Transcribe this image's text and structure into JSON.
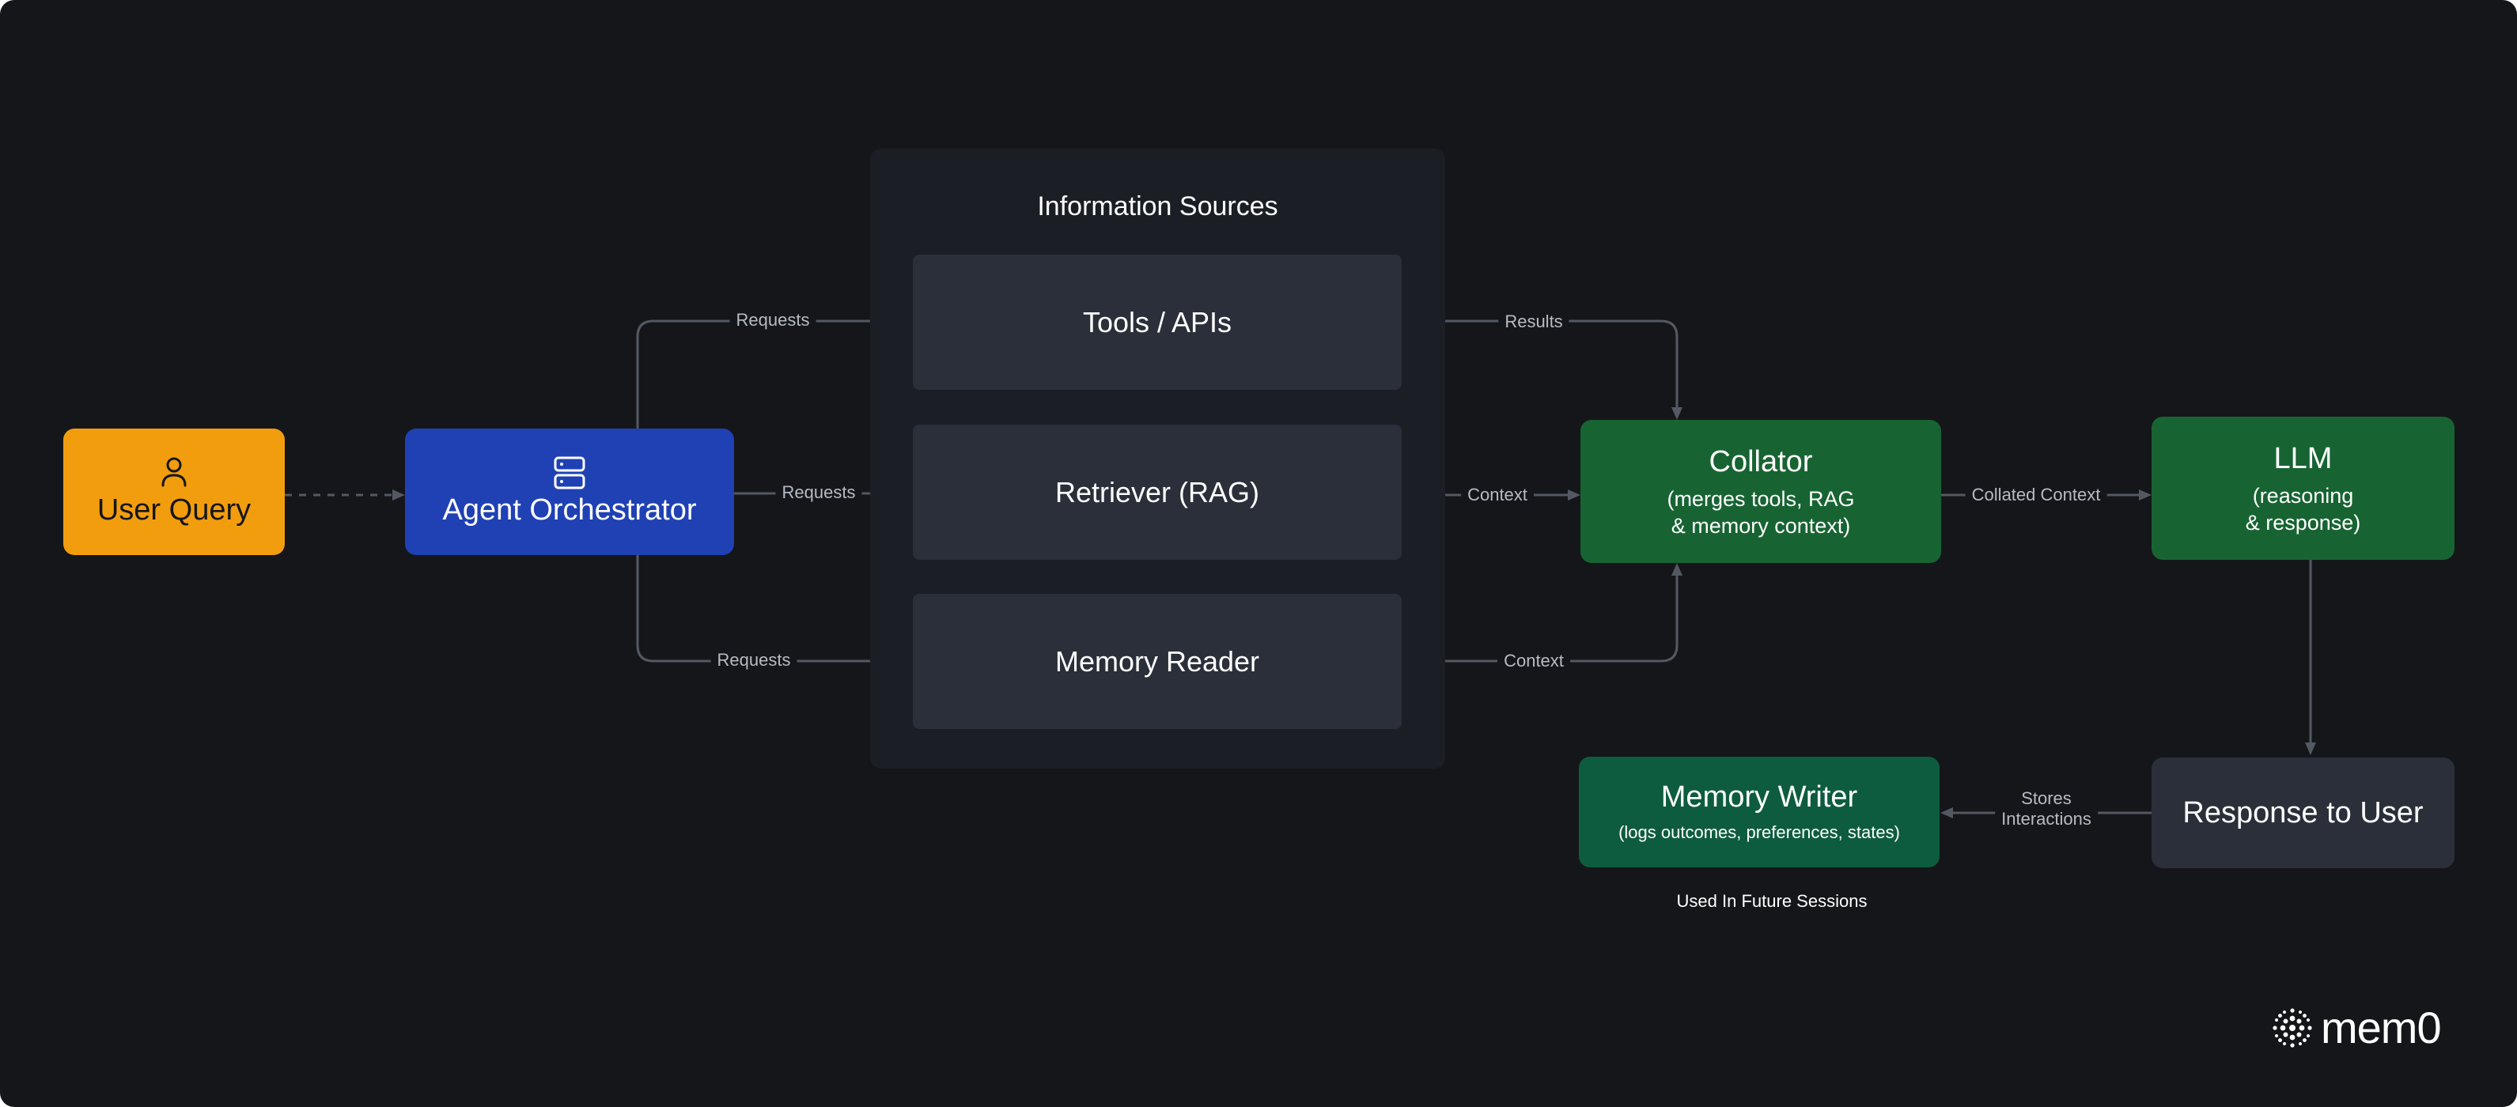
{
  "colors": {
    "background": "#15161a",
    "user_query": "#f29d0e",
    "orchestrator": "#1f41b4",
    "collator": "#176432",
    "llm": "#176432",
    "memory_writer": "#0e5c40",
    "response": "#2a2f3a",
    "source_box": "#2a2f3a",
    "group_panel": "#1b1e25",
    "connector": "#545862"
  },
  "nodes": {
    "user_query": {
      "title": "User Query",
      "icon": "user-icon"
    },
    "orchestrator": {
      "title": "Agent Orchestrator",
      "icon": "server-icon"
    },
    "information_sources": {
      "title": "Information Sources",
      "items": [
        {
          "title": "Tools / APIs"
        },
        {
          "title": "Retriever (RAG)"
        },
        {
          "title": "Memory Reader"
        }
      ]
    },
    "collator": {
      "title": "Collator",
      "subtitle_line1": "(merges tools, RAG",
      "subtitle_line2": "& memory context)"
    },
    "llm": {
      "title": "LLM",
      "subtitle_line1": "(reasoning",
      "subtitle_line2": "& response)"
    },
    "response": {
      "title": "Response to User"
    },
    "memory_writer": {
      "title": "Memory Writer",
      "subtitle": "(logs outcomes, preferences, states)"
    }
  },
  "edges": {
    "orchestrator_to_tools": "Requests",
    "orchestrator_to_retriever": "Requests",
    "orchestrator_to_memory_reader": "Requests",
    "tools_to_collator": "Results",
    "retriever_to_collator": "Context",
    "memory_reader_to_collator": "Context",
    "collator_to_llm": "Collated Context",
    "response_to_writer_line1": "Stores",
    "response_to_writer_line2": "Interactions"
  },
  "notes": {
    "future_sessions": "Used In Future Sessions"
  },
  "logo": {
    "text": "mem0",
    "icon": "mem0-logo-icon"
  }
}
